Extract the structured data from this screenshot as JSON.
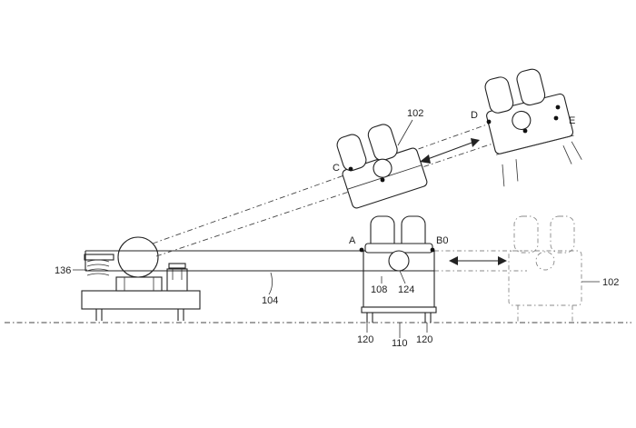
{
  "labels": {
    "base": "136",
    "beam": "104",
    "seat_upper": "102",
    "seat_right": "102",
    "carriage": "108",
    "hub": "124",
    "support_left": "120",
    "support_right": "120",
    "ground": "110",
    "point_a": "A",
    "point_b": "B0",
    "point_c": "C",
    "point_d": "D",
    "point_e": "E"
  }
}
